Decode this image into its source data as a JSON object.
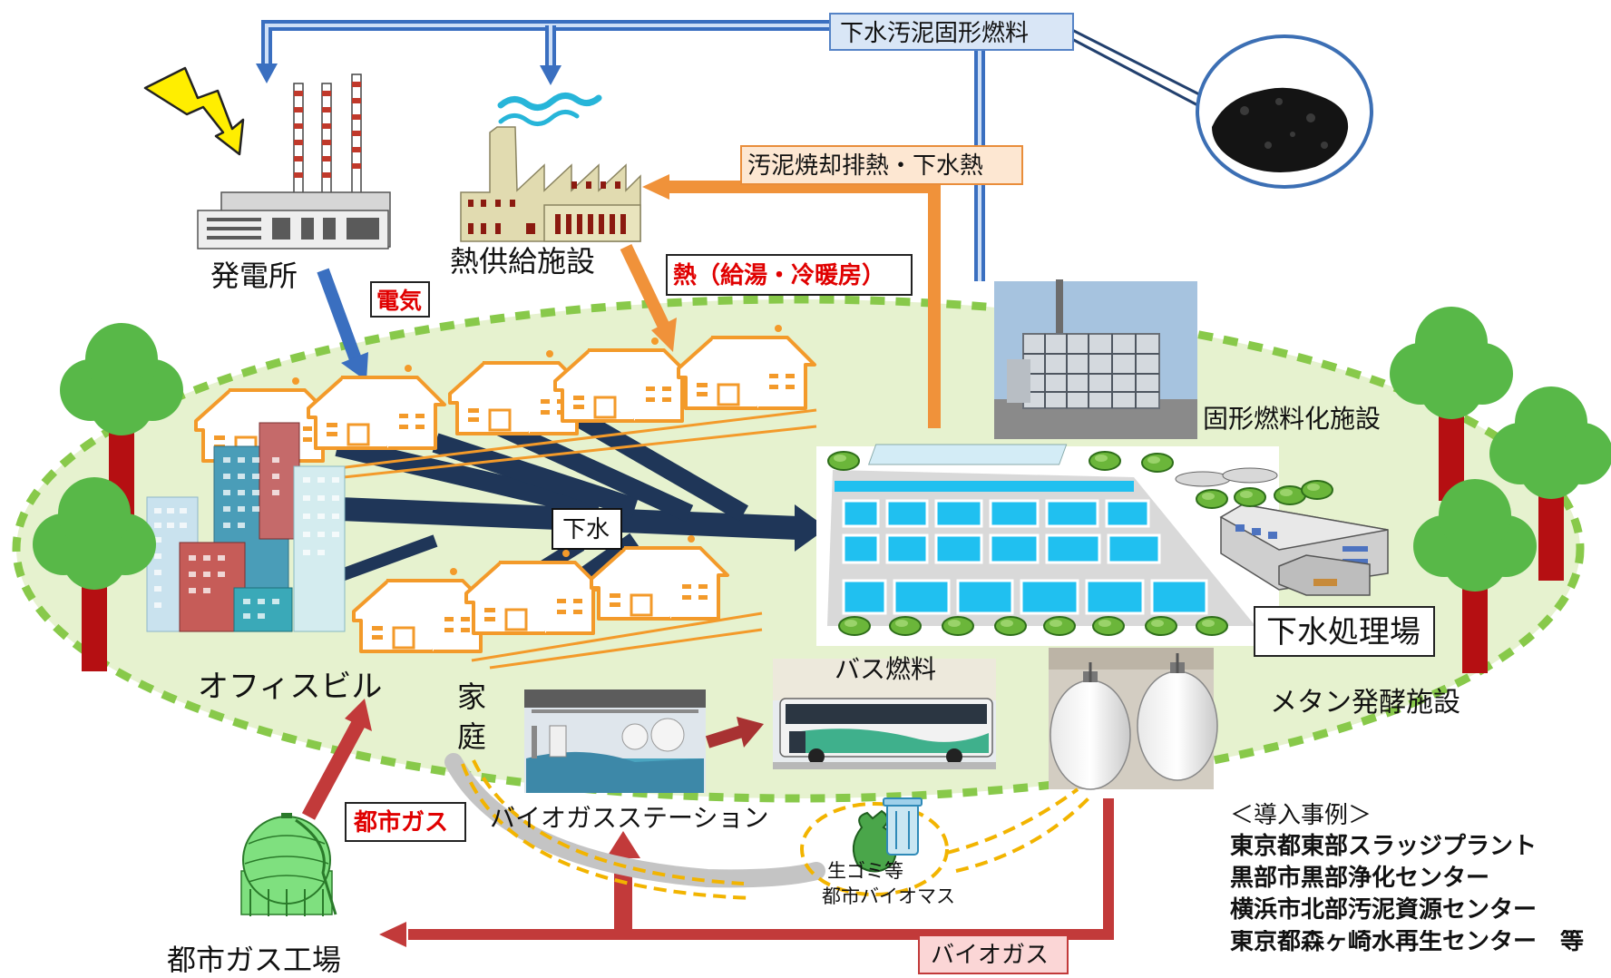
{
  "labels": {
    "power_plant": "発電所",
    "heat_supply": "熱供給施設",
    "office_building": "オフィスビル",
    "home_line1": "家",
    "home_line2": "庭",
    "solid_fuel_facility": "固形燃料化施設",
    "sewage_plant": "下水処理場",
    "methane_facility": "メタン発酵施設",
    "city_gas_plant": "都市ガス工場",
    "bus_fuel": "バス燃料",
    "biogas_station": "バイオガスステーション",
    "biomass_line1": "生ゴミ等",
    "biomass_line2": "都市バイオマス"
  },
  "flow_boxes": {
    "sludge_fuel": "下水汚泥固形燃料",
    "waste_heat": "汚泥焼却排熱・下水熱",
    "heat_use": "熱（給湯・冷暖房）",
    "electricity": "電気",
    "sewage": "下水",
    "city_gas": "都市ガス",
    "biogas": "バイオガス"
  },
  "case_studies": {
    "heading": "＜導入事例＞",
    "items": [
      "東京都東部スラッジプラント",
      "黒部市黒部浄化センター",
      "横浜市北部汚泥資源センター",
      "東京都森ヶ崎水再生センター　等"
    ]
  },
  "colors": {
    "solid_fuel_flow": "#3a6fc0",
    "heat_flow": "#f0923a",
    "sewage_flow": "#1f3658",
    "gas_flow": "#c23a3a",
    "red_text": "#e00000",
    "ellipse_fill": "#e6f2cf",
    "ellipse_border": "#88c94a",
    "house_outline": "#f39a2a",
    "tree_green": "#58b848",
    "tree_trunk": "#b50f12",
    "pool_blue": "#20c0f0"
  }
}
